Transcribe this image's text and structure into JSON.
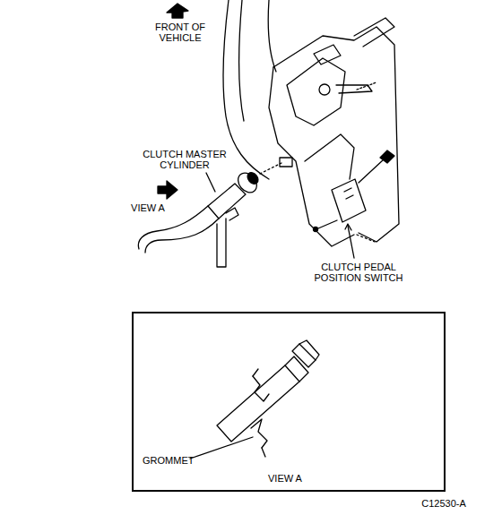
{
  "diagram": {
    "nodes": [
      {
        "text": [
          "GROMMET",
          "VIEW A"
        ]
      }
    ],
    "labels": [
      "FRONT OF VEHICLE",
      "CLUTCH MASTER CYLINDER",
      "VIEW A",
      "CLUTCH PEDAL POSITION SWITCH",
      "C12530-A"
    ]
  }
}
